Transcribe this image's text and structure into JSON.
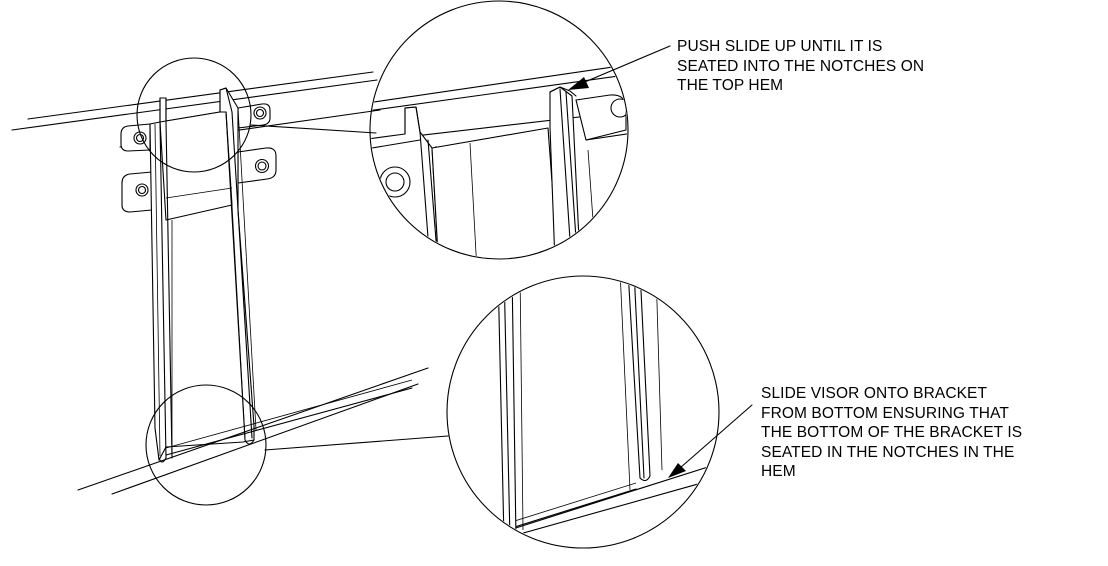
{
  "callouts": {
    "top": {
      "lines": [
        "PUSH SLIDE UP UNTIL IT IS",
        "SEATED INTO THE NOTCHES ON",
        "THE TOP HEM"
      ]
    },
    "bottom": {
      "lines": [
        "SLIDE VISOR ONTO BRACKET",
        "FROM BOTTOM ENSURING THAT",
        "THE BOTTOM OF THE BRACKET IS",
        "SEATED IN THE NOTCHES IN THE",
        "HEM"
      ]
    }
  },
  "colors": {
    "line": "#000000",
    "background": "#ffffff"
  }
}
